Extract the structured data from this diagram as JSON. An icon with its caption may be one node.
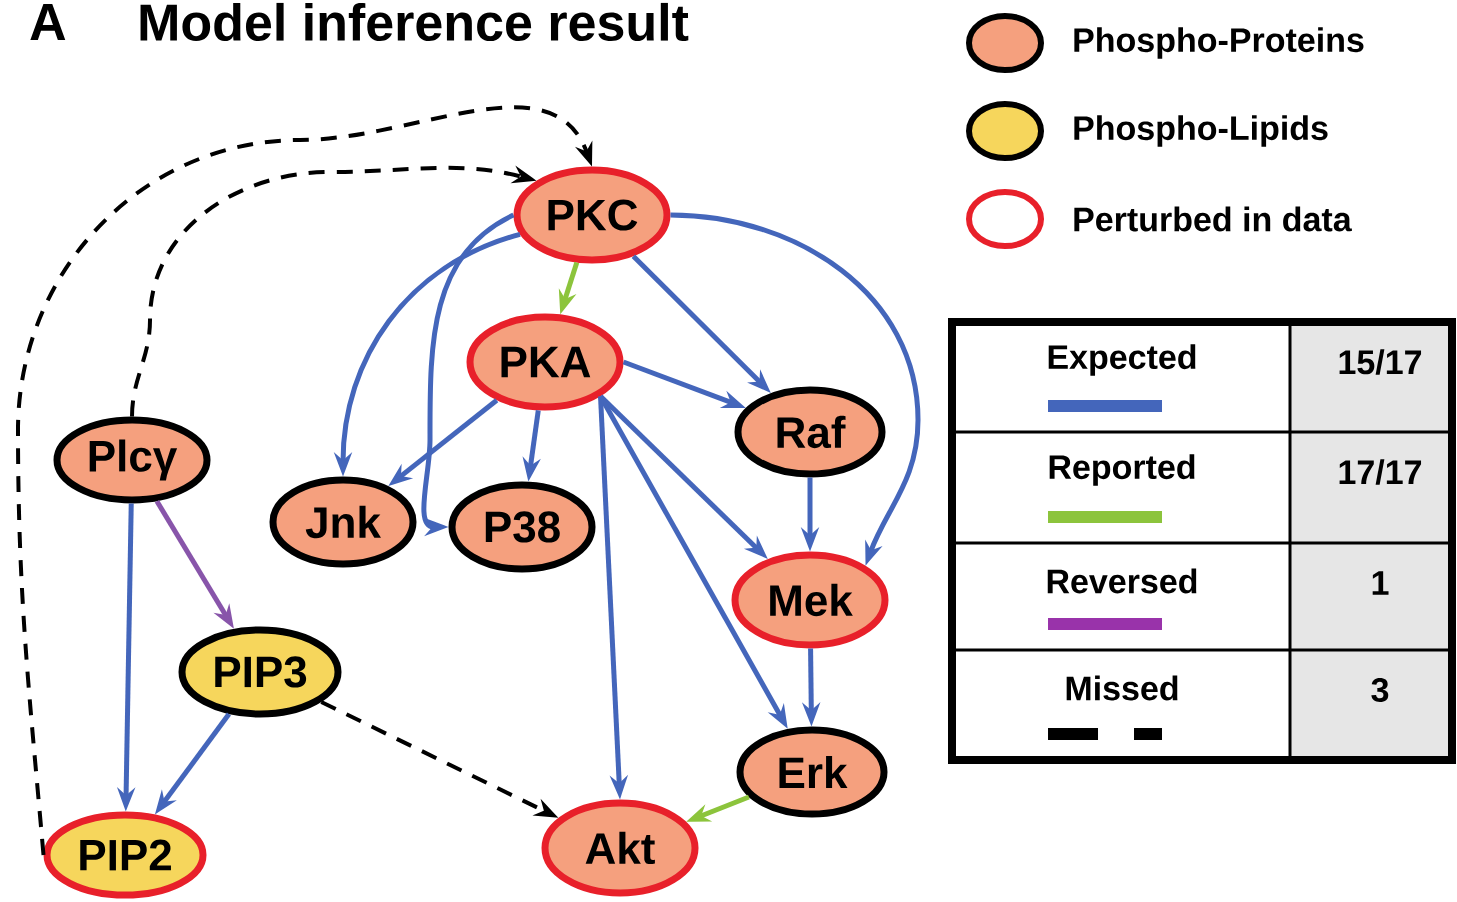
{
  "diagram": {
    "title": "Model inference result",
    "nodes": [
      {
        "text": [
          "PKC"
        ]
      },
      {
        "text": [
          "PKA"
        ]
      },
      {
        "text": [
          "Plcγ"
        ]
      },
      {
        "text": [
          "Raf"
        ]
      },
      {
        "text": [
          "Jnk"
        ]
      },
      {
        "text": [
          "P38"
        ]
      },
      {
        "text": [
          "Mek"
        ]
      },
      {
        "text": [
          "PIP3"
        ]
      },
      {
        "text": [
          "Erk"
        ]
      },
      {
        "text": [
          "PIP2"
        ]
      },
      {
        "text": [
          "Akt"
        ]
      }
    ],
    "edges": [
      {
        "from": 0,
        "to": 1,
        "arrow": "to",
        "color": "#8cc43c"
      },
      {
        "from": 0,
        "to": 4,
        "arrow": "to"
      },
      {
        "from": 0,
        "to": 5,
        "arrow": "to"
      },
      {
        "from": 0,
        "to": 3,
        "arrow": "to"
      },
      {
        "from": 0,
        "to": 6,
        "arrow": "to"
      },
      {
        "from": 1,
        "to": 4,
        "arrow": "to"
      },
      {
        "from": 1,
        "to": 5,
        "arrow": "to"
      },
      {
        "from": 1,
        "to": 3,
        "arrow": "to"
      },
      {
        "from": 1,
        "to": 6,
        "arrow": "to"
      },
      {
        "from": 1,
        "to": 8,
        "arrow": "to"
      },
      {
        "from": 1,
        "to": 10,
        "arrow": "to"
      },
      {
        "from": 3,
        "to": 6,
        "arrow": "to"
      },
      {
        "from": 6,
        "to": 8,
        "arrow": "to"
      },
      {
        "from": 8,
        "to": 10,
        "arrow": "to",
        "color": "#8cc43c"
      },
      {
        "from": 2,
        "to": 9,
        "arrow": "to"
      },
      {
        "from": 2,
        "to": 7,
        "arrow": "to",
        "color": "#8855aa"
      },
      {
        "from": 7,
        "to": 9,
        "arrow": "to"
      },
      {
        "from": 9,
        "to": 0,
        "arrow": "to",
        "style": "dashed",
        "color": "#000000"
      },
      {
        "from": 2,
        "to": 0,
        "arrow": "to",
        "style": "dashed",
        "color": "#000000"
      },
      {
        "from": 7,
        "to": 10,
        "arrow": "to",
        "style": "dashed",
        "color": "#000000"
      }
    ],
    "labels": [
      "A",
      "Expected",
      "15/17",
      "Reported",
      "17/17",
      "Reversed",
      "1",
      "Missed",
      "3"
    ],
    "legend": [
      {
        "text": "Phospho-Proteins"
      },
      {
        "text": "Phospho-Lipids"
      },
      {
        "text": "Perturbed in data"
      }
    ]
  }
}
